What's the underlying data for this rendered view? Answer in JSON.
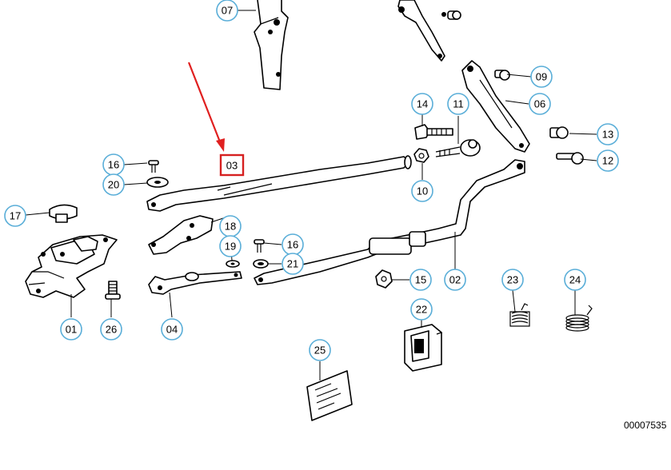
{
  "diagram": {
    "highlighted_part": "03",
    "highlight_color": "#d62020",
    "arrow_color": "#e02020",
    "badge_border_color": "#5aaed8",
    "reference_number": "00007535",
    "labels": {
      "p01": "01",
      "p02": "02",
      "p03": "03",
      "p04": "04",
      "p06": "06",
      "p07": "07",
      "p09": "09",
      "p10": "10",
      "p11": "11",
      "p12": "12",
      "p13": "13",
      "p14": "14",
      "p15": "15",
      "p16a": "16",
      "p16b": "16",
      "p17": "17",
      "p18": "18",
      "p19": "19",
      "p20": "20",
      "p21": "21",
      "p22": "22",
      "p23": "23",
      "p24": "24",
      "p25": "25",
      "p26": "26"
    }
  }
}
